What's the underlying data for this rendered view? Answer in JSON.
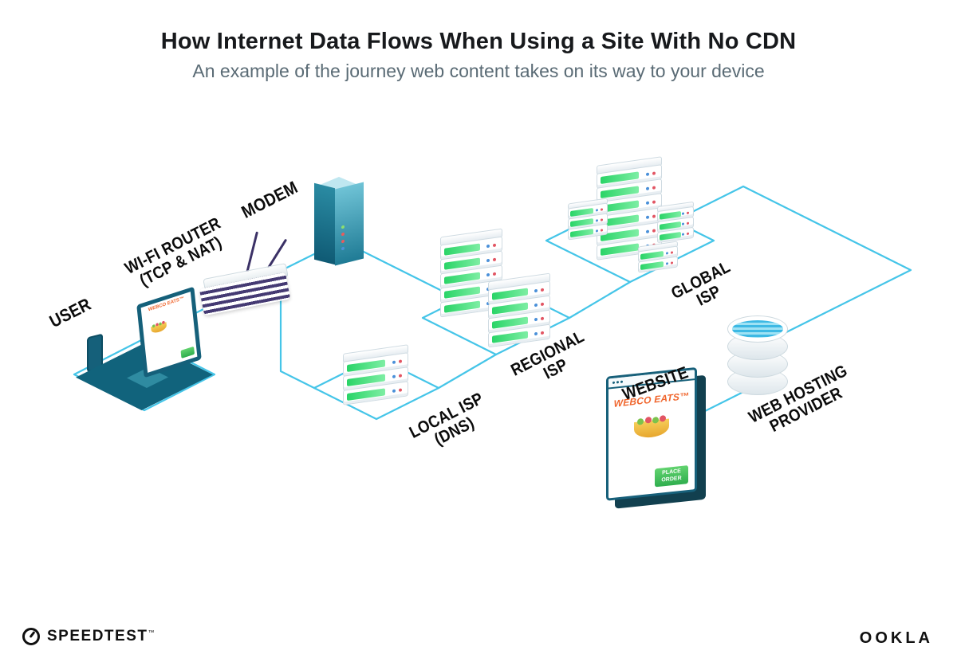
{
  "header": {
    "title": "How Internet Data Flows When Using a Site With No CDN",
    "subtitle": "An example of the journey web content takes on its way to your device"
  },
  "labels": {
    "user": {
      "line1": "USER"
    },
    "wifi_router": {
      "line1": "WI-FI ROUTER",
      "line2": "(TCP & NAT)"
    },
    "modem": {
      "line1": "MODEM"
    },
    "local_isp": {
      "line1": "LOCAL ISP",
      "line2": "(DNS)"
    },
    "regional_isp": {
      "line1": "REGIONAL",
      "line2": "ISP"
    },
    "global_isp": {
      "line1": "GLOBAL",
      "line2": "ISP"
    },
    "website": {
      "line1": "WEBSITE"
    },
    "web_hosting": {
      "line1": "WEB HOSTING",
      "line2": "PROVIDER"
    }
  },
  "laptop_screen": {
    "brand": "WEBCO EATS™"
  },
  "website_screen": {
    "brand": "WEBCO EATS™",
    "button": "PLACE ORDER"
  },
  "footer": {
    "speedtest": "SPEEDTEST",
    "trademark": "™",
    "ookla": "OOKLA"
  },
  "colors": {
    "connection_line": "#45c5e8",
    "server_green": "#2bd46a",
    "device_teal": "#15607a",
    "brand_orange": "#f0652c",
    "button_green": "#3cb551"
  }
}
